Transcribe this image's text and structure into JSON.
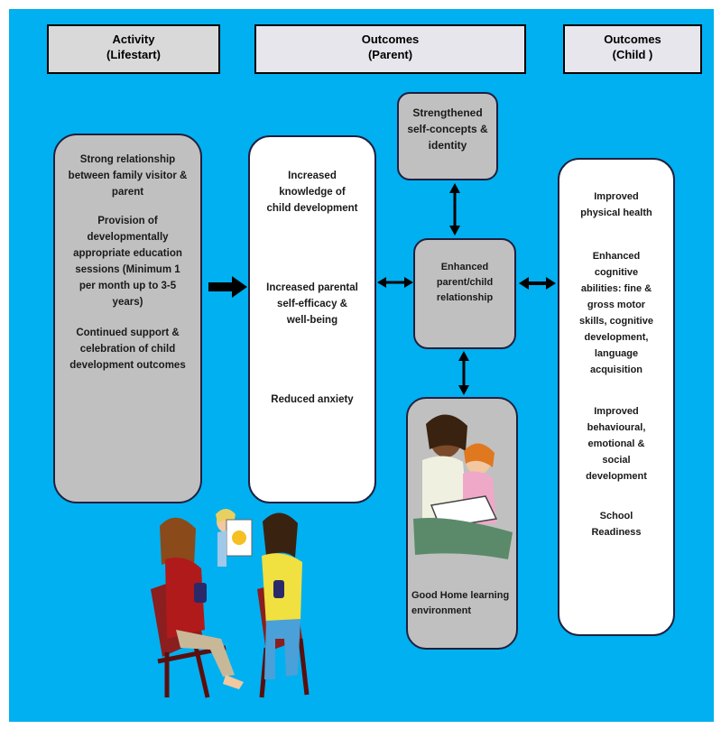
{
  "headers": {
    "activity": {
      "title": "Activity",
      "subtitle": "(Lifestart)"
    },
    "parent": {
      "title": "Outcomes",
      "subtitle": "(Parent)"
    },
    "child": {
      "title": "Outcomes",
      "subtitle": "(Child  )"
    }
  },
  "activity_box": {
    "items": [
      "Strong  relationship between family visitor & parent",
      "Provision of developmentally appropriate education sessions (Minimum 1 per month up to 3-5 years)",
      "Continued support & celebration of child development outcomes"
    ]
  },
  "parent_box": {
    "items": [
      "Increased knowledge of child development",
      "Increased parental self-efficacy & well-being",
      "Reduced anxiety"
    ]
  },
  "self_concept_box": {
    "label": "Strengthened self-concepts & identity"
  },
  "relationship_box": {
    "label": "Enhanced parent/child relationship"
  },
  "home_box": {
    "label": "Good Home learning environment"
  },
  "child_box": {
    "items": [
      "Improved physical health",
      "Enhanced cognitive abilities: fine & gross motor skills, cognitive development, language acquisition",
      "Improved behavioural, emotional & social development",
      "School Readiness"
    ]
  },
  "colors": {
    "background": "#00b0f0",
    "grey_box": "#c0c0c0",
    "header": "#d9d9d9"
  },
  "illustrations": [
    "two-women-sitting-clipart",
    "child-with-drawing-clipart",
    "mother-reading-to-child-clipart"
  ]
}
